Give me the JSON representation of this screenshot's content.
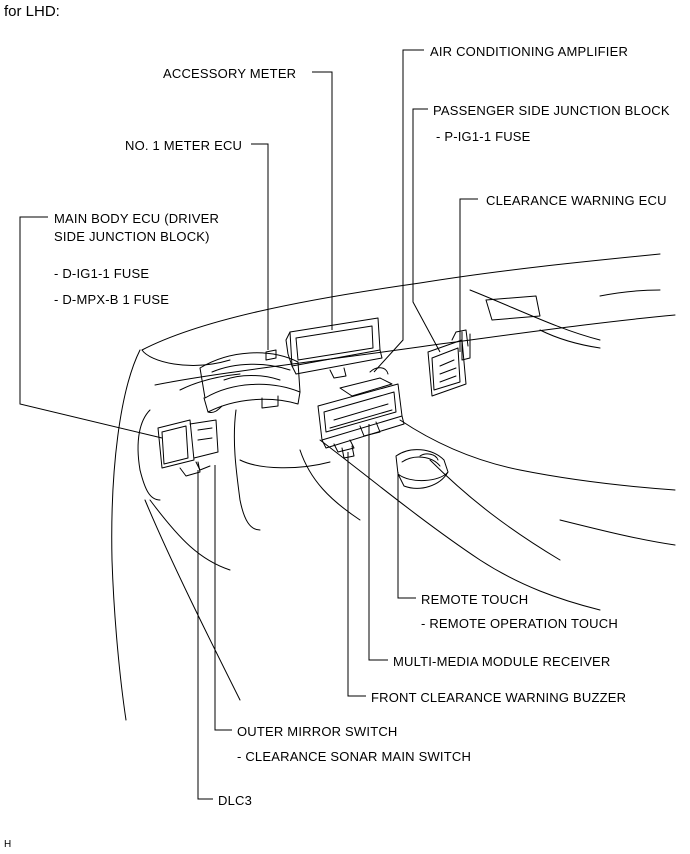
{
  "header": "for LHD:",
  "footer_code": "H",
  "labels": {
    "air_conditioning_amplifier": "AIR CONDITIONING AMPLIFIER",
    "accessory_meter": "ACCESSORY METER",
    "passenger_side_junction_block": "PASSENGER SIDE JUNCTION BLOCK",
    "p_ig1_1_fuse": "- P-IG1-1 FUSE",
    "no1_meter_ecu": "NO. 1 METER ECU",
    "clearance_warning_ecu": "CLEARANCE WARNING ECU",
    "main_body_ecu_line1": "MAIN BODY ECU (DRIVER",
    "main_body_ecu_line2": "SIDE JUNCTION BLOCK)",
    "d_ig1_1_fuse": "- D-IG1-1 FUSE",
    "d_mpx_b1_fuse": "- D-MPX-B 1 FUSE",
    "remote_touch": "REMOTE TOUCH",
    "remote_operation_touch": "- REMOTE OPERATION TOUCH",
    "multi_media_module_receiver": "MULTI-MEDIA MODULE RECEIVER",
    "front_clearance_warning_buzzer": "FRONT CLEARANCE WARNING BUZZER",
    "outer_mirror_switch": "OUTER MIRROR SWITCH",
    "clearance_sonar_main_switch": "- CLEARANCE SONAR MAIN SWITCH",
    "dlc3": "DLC3"
  }
}
